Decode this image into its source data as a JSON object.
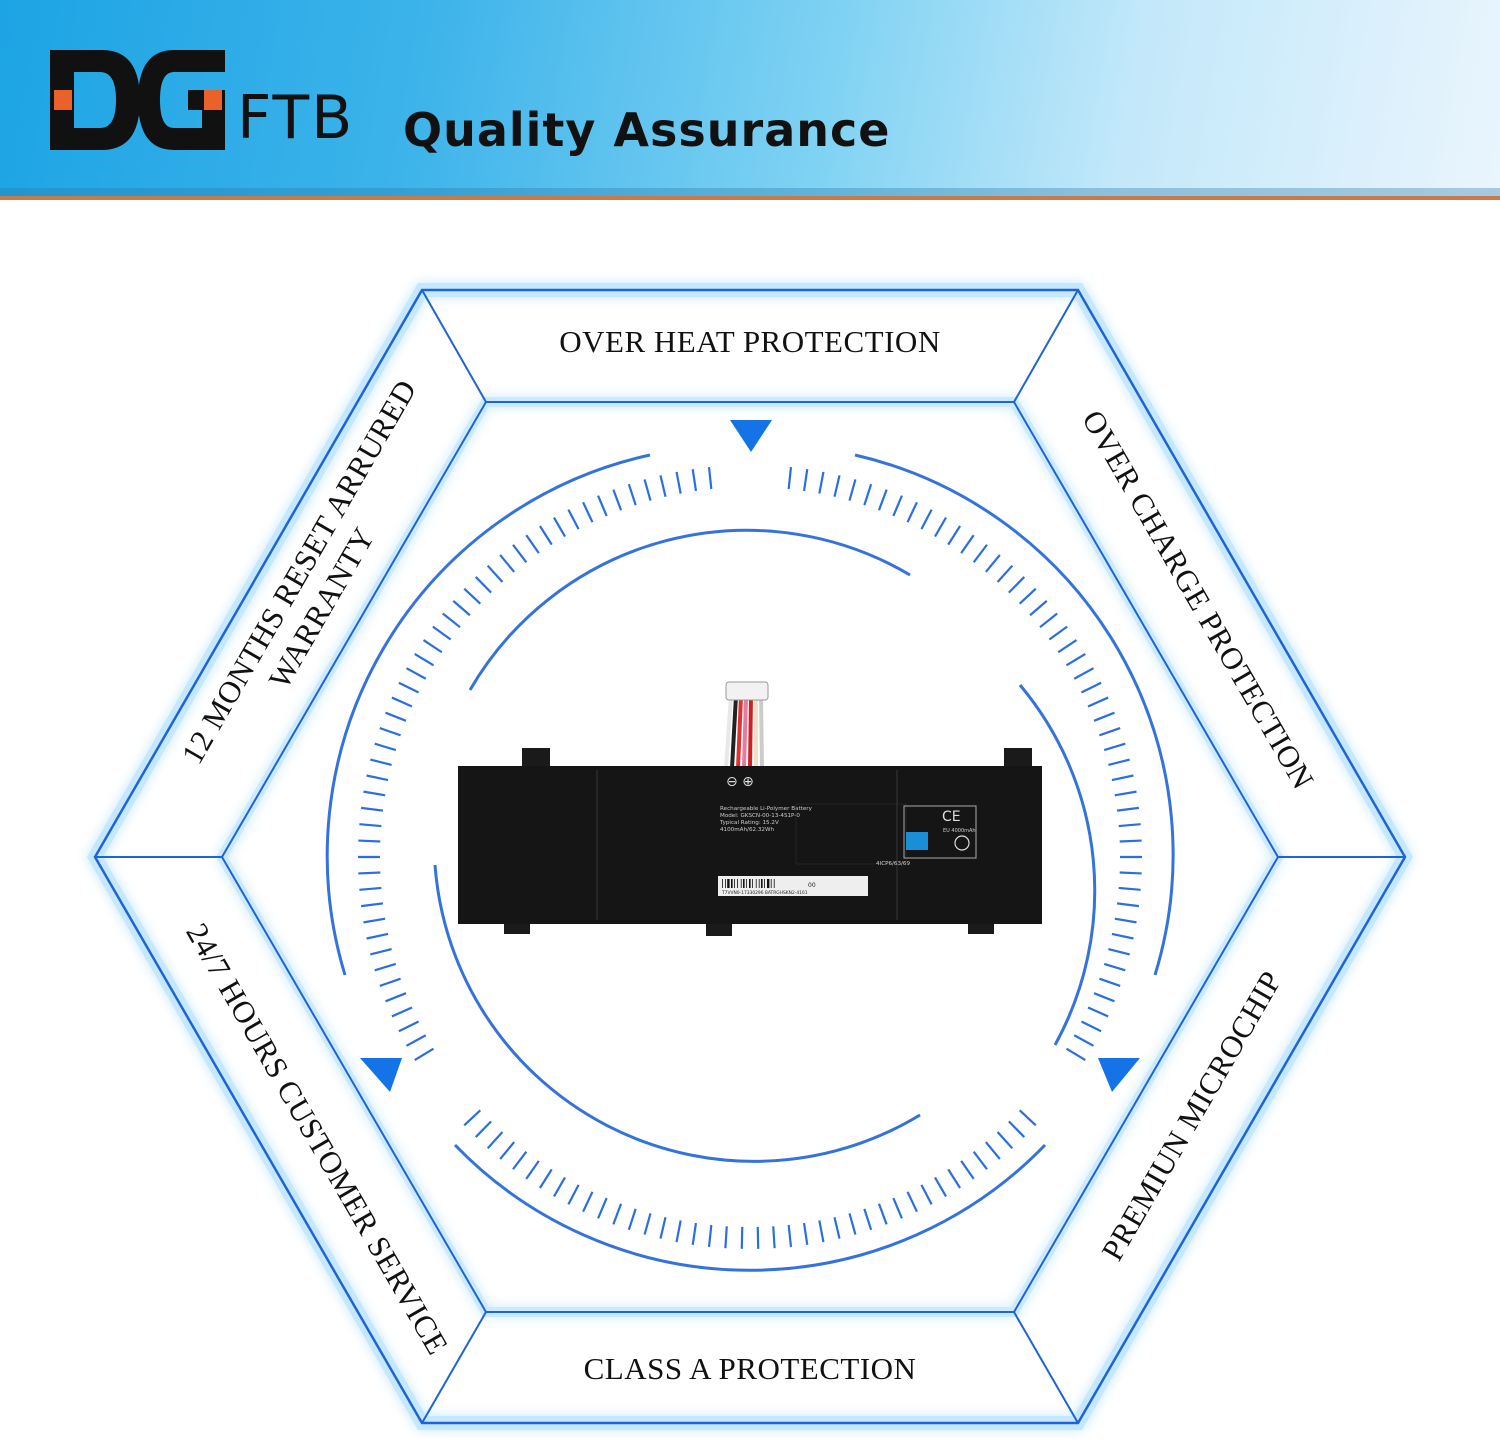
{
  "header": {
    "logo_text": "DG",
    "logo_sub": "FTB",
    "title": "Quality Assurance"
  },
  "features": {
    "top": "OVER HEAT PROTECTION",
    "top_right": "OVER CHARGE PROTECTION",
    "bottom_right": "PREMIUN MICROCHIP",
    "bottom": "CLASS A PROTECTION",
    "bottom_left": "24/7 HOURS CUSTOMER SERVICE",
    "top_left_line1": "12 MONTHS RESET ARRURED",
    "top_left_line2": "WARRANTY"
  },
  "battery_label": {
    "line1": "Rechargeable Li-Polymer Battery",
    "line2": "Model: GKSCN-00-13-4S1P-0",
    "line3": "Typical Rating: 15.2V",
    "line4": "4100mAh/62.32Wh",
    "barcode_text": "T7VVN0-17330296  BATRGHSKN2-4101",
    "code": "4ICP6/63/69",
    "capacity_mark": "EU 4000mAh",
    "barcode_suffix": "00"
  },
  "colors": {
    "accent_blue": "#1473e6",
    "hex_line": "#1e63d8",
    "glow": "#7ec9ff"
  }
}
